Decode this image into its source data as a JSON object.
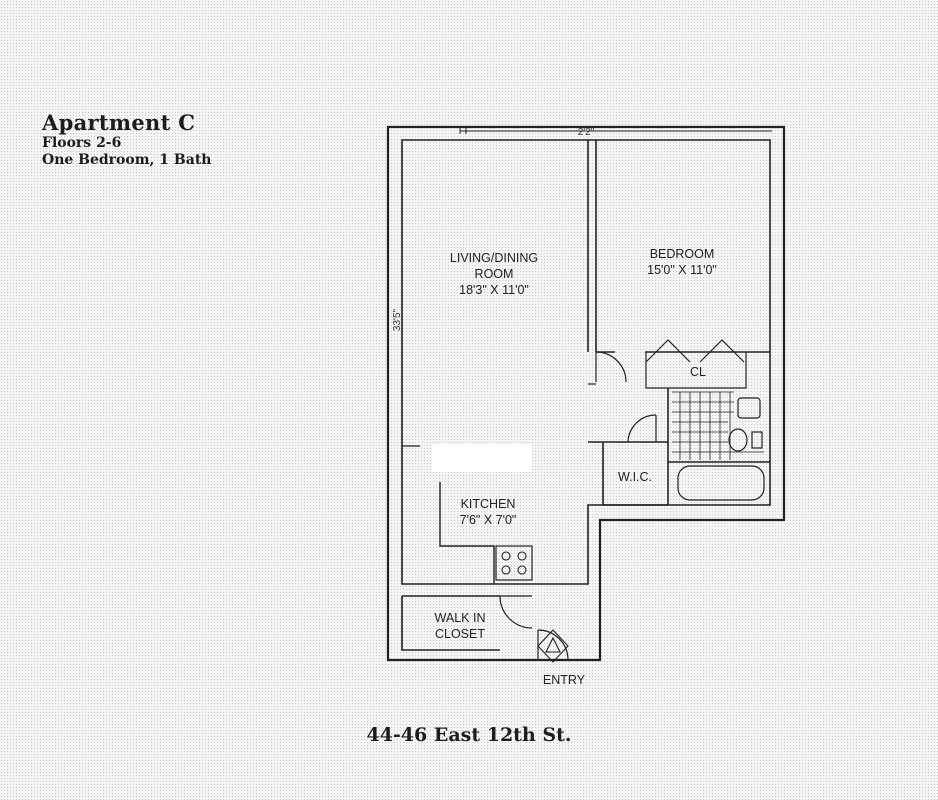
{
  "header": {
    "title": "Apartment C",
    "floors": "Floors 2-6",
    "layout": "One Bedroom, 1 Bath"
  },
  "plan": {
    "living": {
      "name_line1": "LIVING/DINING",
      "name_line2": "ROOM",
      "size": "18'3\" X 11'0\""
    },
    "bedroom": {
      "name": "BEDROOM",
      "size": "15'0\" X 11'0\""
    },
    "closet": "CL",
    "wic": "W.I.C.",
    "kitchen": {
      "name": "KITCHEN",
      "size": "7'6\" X 7'0\""
    },
    "walk_in_closet": {
      "line1": "WALK IN",
      "line2": "CLOSET"
    },
    "entry": "ENTRY",
    "overall_depth": "33'5\"",
    "window_dim": "2'2\""
  },
  "address": "44-46 East 12th St."
}
